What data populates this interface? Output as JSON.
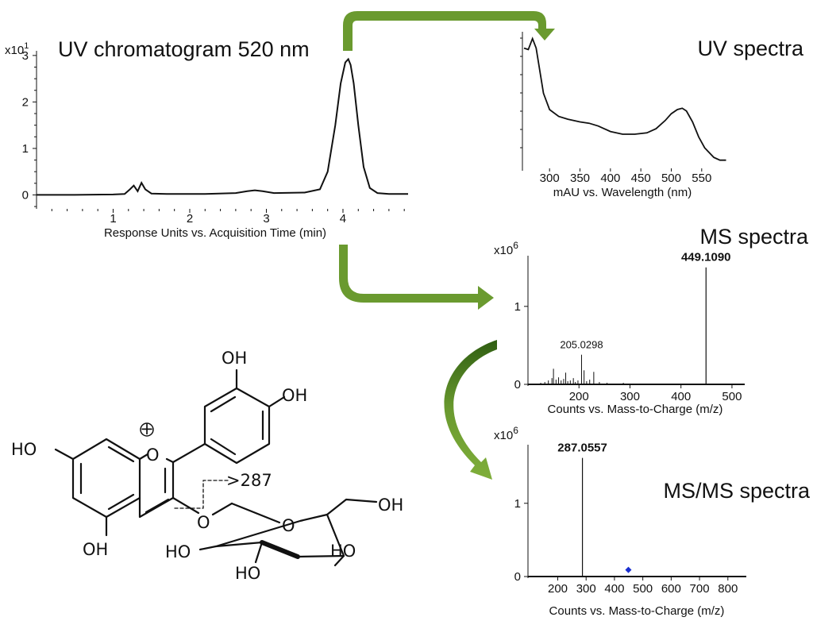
{
  "colors": {
    "arrow": "#6a9a2f",
    "line": "#111111",
    "marker": "#1a2fd0"
  },
  "chart_data": [
    {
      "id": "uv-chromatogram",
      "type": "line",
      "title": "UV chromatogram 520 nm",
      "xlabel": "Response Units vs. Acquisition Time (min)",
      "ylabel": "",
      "scale_label": "x10",
      "scale_exp": "1",
      "xlim": [
        0,
        4.85
      ],
      "ylim": [
        -0.3,
        3.1
      ],
      "xticks": [
        "1",
        "2",
        "3",
        "4"
      ],
      "yticks": [
        "0",
        "1",
        "2",
        "3"
      ],
      "x": [
        0,
        0.5,
        1.0,
        1.15,
        1.22,
        1.27,
        1.32,
        1.37,
        1.42,
        1.5,
        1.7,
        2.2,
        2.6,
        2.75,
        2.85,
        2.95,
        3.1,
        3.5,
        3.7,
        3.8,
        3.9,
        3.97,
        4.03,
        4.07,
        4.1,
        4.14,
        4.2,
        4.27,
        4.35,
        4.45,
        4.6,
        4.85
      ],
      "y": [
        0,
        0,
        0.01,
        0.02,
        0.12,
        0.2,
        0.08,
        0.26,
        0.12,
        0.03,
        0.02,
        0.02,
        0.04,
        0.08,
        0.1,
        0.08,
        0.04,
        0.05,
        0.12,
        0.5,
        1.5,
        2.4,
        2.85,
        2.92,
        2.8,
        2.4,
        1.5,
        0.6,
        0.15,
        0.04,
        0.02,
        0.02
      ]
    },
    {
      "id": "uv-spectrum",
      "type": "line",
      "title": "UV spectra",
      "xlabel": "mAU vs. Wavelength (nm)",
      "xlim": [
        258,
        592
      ],
      "ylim": [
        0,
        1
      ],
      "xticks": [
        "300",
        "350",
        "400",
        "450",
        "500",
        "550"
      ],
      "x": [
        258,
        265,
        272,
        278,
        283,
        290,
        300,
        315,
        330,
        350,
        365,
        380,
        400,
        420,
        440,
        460,
        475,
        490,
        500,
        510,
        518,
        525,
        535,
        545,
        555,
        570,
        580,
        590
      ],
      "y": [
        0.88,
        0.87,
        0.95,
        0.88,
        0.74,
        0.55,
        0.43,
        0.38,
        0.36,
        0.34,
        0.33,
        0.31,
        0.27,
        0.25,
        0.25,
        0.26,
        0.29,
        0.35,
        0.4,
        0.43,
        0.44,
        0.42,
        0.34,
        0.23,
        0.15,
        0.08,
        0.06,
        0.06
      ]
    },
    {
      "id": "ms-spectrum",
      "type": "bar",
      "title": "MS spectra",
      "xlabel": "Counts vs. Mass-to-Charge (m/z)",
      "scale_label": "x10",
      "scale_exp": "6",
      "xlim": [
        100,
        525
      ],
      "ylim": [
        0,
        1.65
      ],
      "xticks": [
        "200",
        "300",
        "400",
        "500"
      ],
      "yticks": [
        "0",
        "1"
      ],
      "peaks": [
        {
          "mz": 125,
          "i": 0.02
        },
        {
          "mz": 133,
          "i": 0.03
        },
        {
          "mz": 140,
          "i": 0.05
        },
        {
          "mz": 147,
          "i": 0.08
        },
        {
          "mz": 150,
          "i": 0.2
        },
        {
          "mz": 155,
          "i": 0.06
        },
        {
          "mz": 160,
          "i": 0.09
        },
        {
          "mz": 165,
          "i": 0.05
        },
        {
          "mz": 170,
          "i": 0.07
        },
        {
          "mz": 174,
          "i": 0.15
        },
        {
          "mz": 178,
          "i": 0.04
        },
        {
          "mz": 183,
          "i": 0.05
        },
        {
          "mz": 189,
          "i": 0.08
        },
        {
          "mz": 193,
          "i": 0.03
        },
        {
          "mz": 198,
          "i": 0.05
        },
        {
          "mz": 205.0298,
          "i": 0.38,
          "label": "205.0298"
        },
        {
          "mz": 210,
          "i": 0.18
        },
        {
          "mz": 215,
          "i": 0.04
        },
        {
          "mz": 221,
          "i": 0.06
        },
        {
          "mz": 229,
          "i": 0.16
        },
        {
          "mz": 240,
          "i": 0.03
        },
        {
          "mz": 255,
          "i": 0.02
        },
        {
          "mz": 287,
          "i": 0.02
        },
        {
          "mz": 320,
          "i": 0.01
        },
        {
          "mz": 449.109,
          "i": 1.5,
          "label": "449.1090",
          "bold": true
        }
      ]
    },
    {
      "id": "msms-spectrum",
      "type": "bar",
      "title": "MS/MS spectra",
      "xlabel": "Counts vs. Mass-to-Charge (m/z)",
      "scale_label": "x10",
      "scale_exp": "6",
      "xlim": [
        95,
        865
      ],
      "ylim": [
        0,
        1.8
      ],
      "xticks": [
        "200",
        "300",
        "400",
        "500",
        "600",
        "700",
        "800"
      ],
      "yticks": [
        "0",
        "1"
      ],
      "peaks": [
        {
          "mz": 287.0557,
          "i": 1.62,
          "label": "287.0557",
          "bold": true
        }
      ],
      "precursor_marker": {
        "mz": 449.109,
        "i": 0.08
      }
    }
  ],
  "structure": {
    "labels": {
      "oh_top": "OH",
      "oh_right": "OH",
      "ho_left": "HO",
      "oh_bottom": "OH",
      "oxonium": "O",
      "plus": "+",
      "glyco_o": "O",
      "ring_o": "O",
      "oh_ch2": "OH",
      "ho_sugar_left": "HO",
      "ho_sugar_bottom": "HO",
      "ho_sugar_right": "HO",
      "fragment": ">287"
    }
  }
}
